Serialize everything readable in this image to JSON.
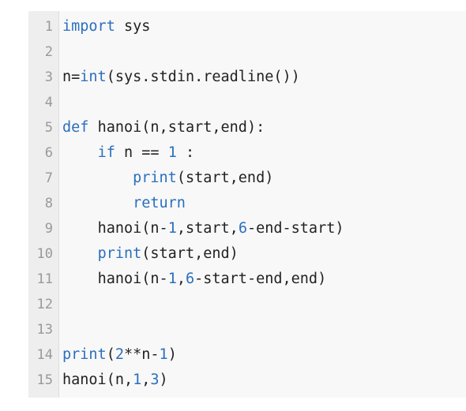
{
  "editor": {
    "line_numbers": [
      "1",
      "2",
      "3",
      "4",
      "5",
      "6",
      "7",
      "8",
      "9",
      "10",
      "11",
      "12",
      "13",
      "14",
      "15"
    ],
    "lines": [
      "import sys",
      "",
      "n=int(sys.stdin.readline())",
      "",
      "def hanoi(n,start,end):",
      "    if n == 1 :",
      "        print(start,end)",
      "        return",
      "    hanoi(n-1,start,6-end-start)",
      "    print(start,end)",
      "    hanoi(n-1,6-start-end,end)",
      "",
      "",
      "print(2**n-1)",
      "hanoi(n,1,3)"
    ]
  },
  "colors": {
    "keyword": "#2a6fbd",
    "text": "#222222",
    "gutter_text": "#999999",
    "gutter_bg": "#eeeeee",
    "editor_bg": "#f8f8f8"
  }
}
